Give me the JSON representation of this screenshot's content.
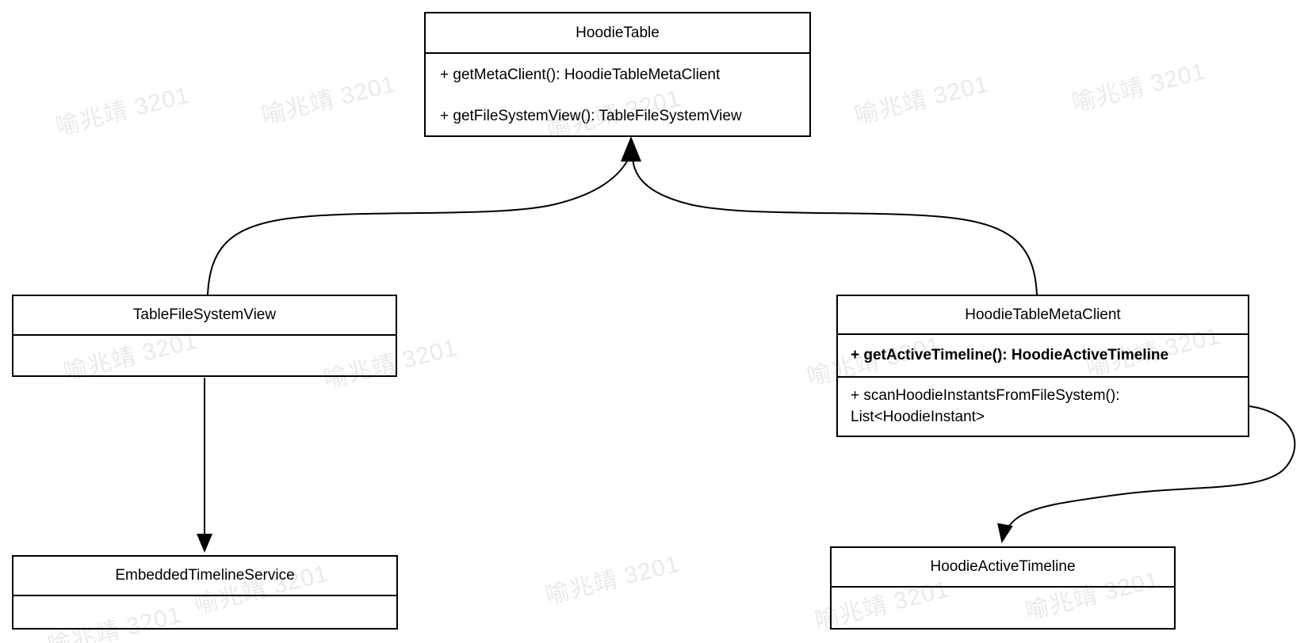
{
  "watermark": {
    "text": "喻兆靖 3201"
  },
  "colors": {
    "stroke": "#000000",
    "background": "#ffffff",
    "watermark": "rgba(0,0,0,0.085)"
  },
  "classes": [
    {
      "title": "HoodieTable",
      "methods": [
        "+ getMetaClient(): HoodieTableMetaClient",
        "+ getFileSystemView(): TableFileSystemView"
      ]
    },
    {
      "title": "TableFileSystemView",
      "methods": []
    },
    {
      "title": "HoodieTableMetaClient",
      "methods": [
        "+ getActiveTimeline(): HoodieActiveTimeline",
        "+ scanHoodieInstantsFromFileSystem(): List<HoodieInstant>"
      ]
    },
    {
      "title": "EmbeddedTimelineService",
      "methods": []
    },
    {
      "title": "HoodieActiveTimeline",
      "methods": []
    }
  ],
  "relations": [
    {
      "from": "TableFileSystemView",
      "to": "HoodieTable",
      "style": "curved-arrow"
    },
    {
      "from": "HoodieTableMetaClient",
      "to": "HoodieTable",
      "style": "curved-arrow"
    },
    {
      "from": "TableFileSystemView",
      "to": "EmbeddedTimelineService",
      "style": "straight-arrow"
    },
    {
      "from": "HoodieTableMetaClient",
      "to": "HoodieActiveTimeline",
      "style": "curved-arrow"
    }
  ]
}
